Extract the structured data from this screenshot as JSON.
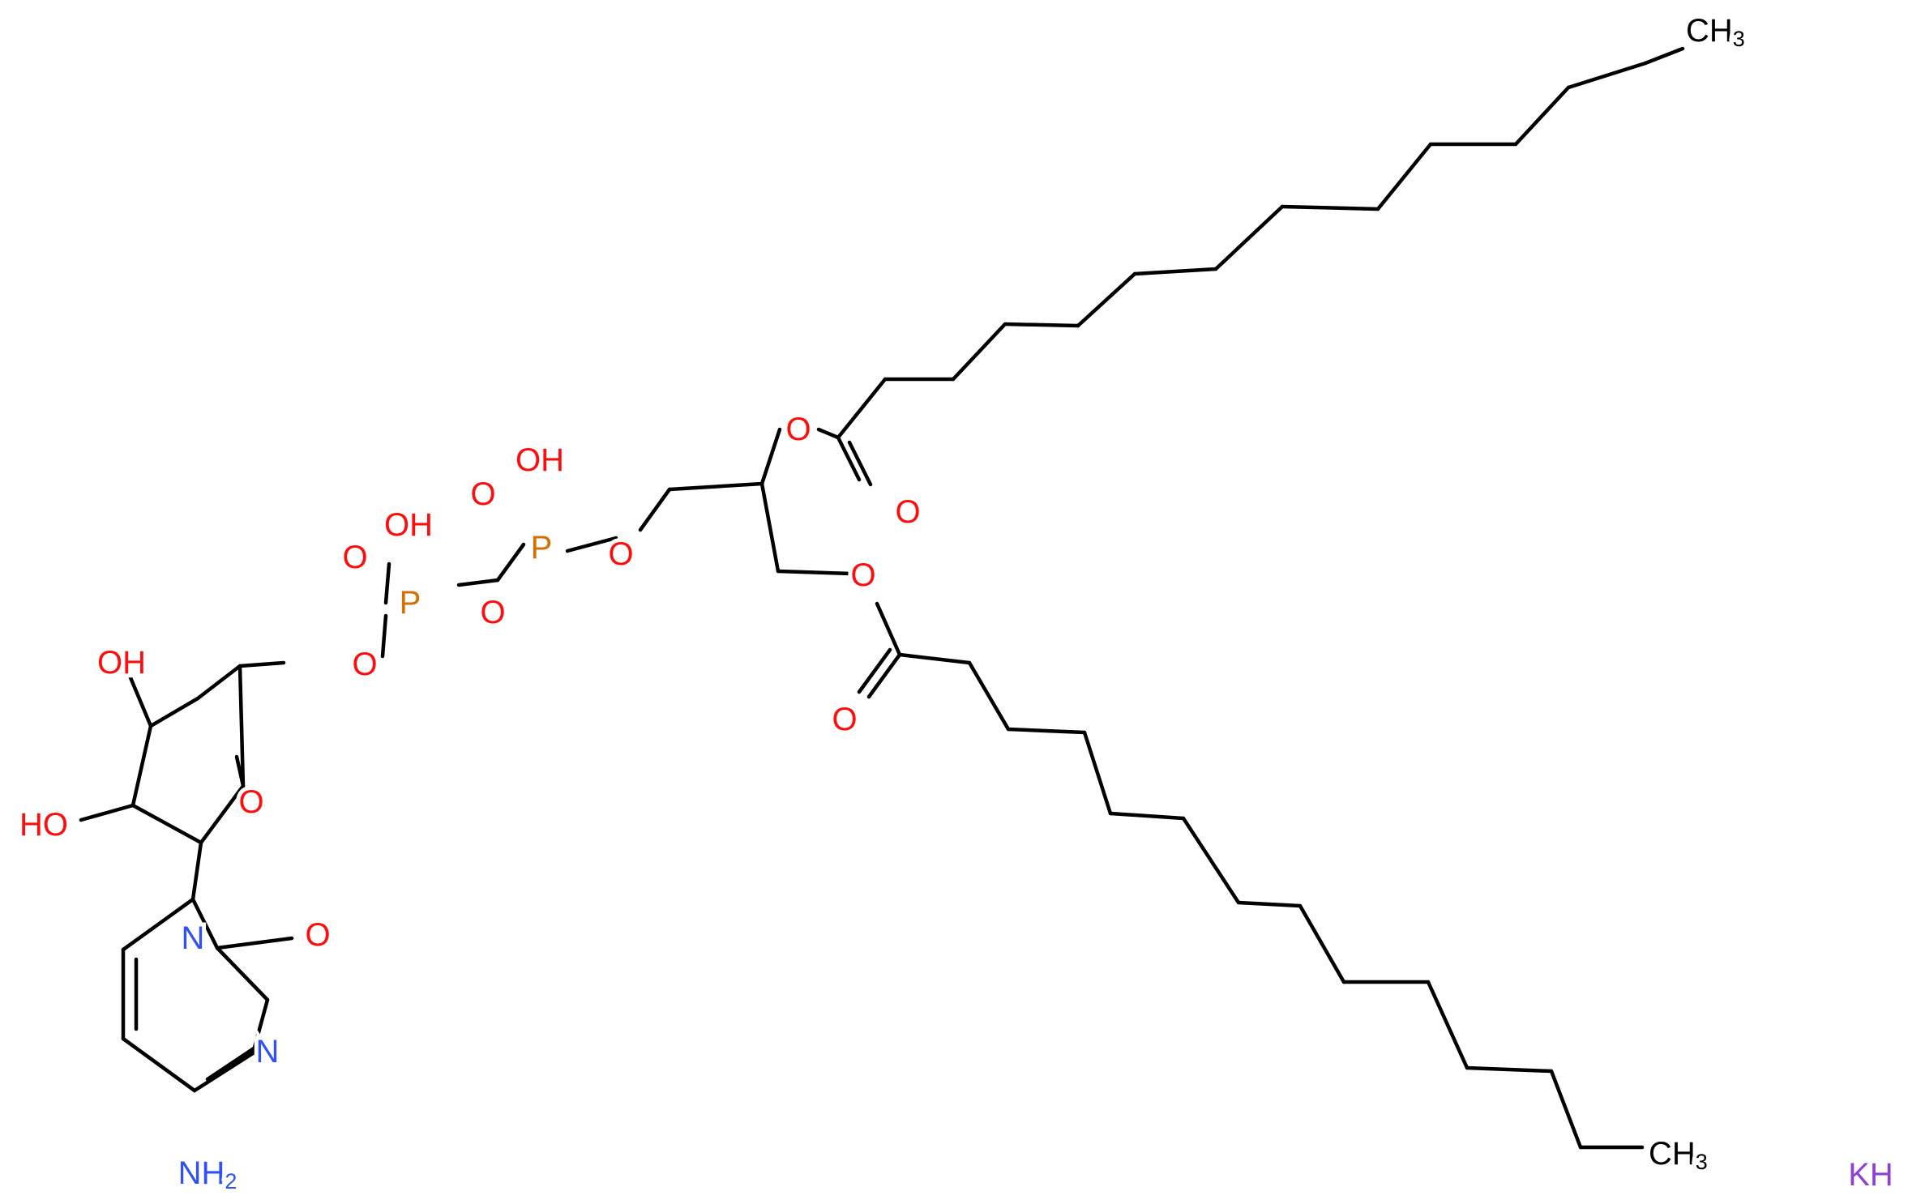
{
  "colors": {
    "bond": "#000000",
    "oxygen": "#ff0d0d",
    "nitrogen": "#3050f8",
    "phosphorus": "#d46f00",
    "potassium": "#8f40d4",
    "hydrogen": "#000000"
  },
  "atoms": {
    "ch3_top": "CH",
    "ch3_top_sub": "3",
    "ch3_bottom": "CH",
    "ch3_bottom_sub": "3",
    "o_ester_top": "O",
    "o_carbonyl_top": "O",
    "o_ester_bottom": "O",
    "o_carbonyl_bottom": "O",
    "o_glycerol_phosphate": "O",
    "p_right": "P",
    "p_right_oxo": "O",
    "p_right_oh": "OH",
    "o_bridge": "O",
    "p_left": "P",
    "p_left_oxo": "O",
    "p_left_oh": "OH",
    "o_ribose_5": "O",
    "oh_ribose_3": "OH",
    "oh_ribose_2": "HO",
    "o_ring": "O",
    "n1": "N",
    "o_c2": "O",
    "n3": "N",
    "nh2": "NH",
    "nh2_sub": "2",
    "counterion": "KH"
  }
}
